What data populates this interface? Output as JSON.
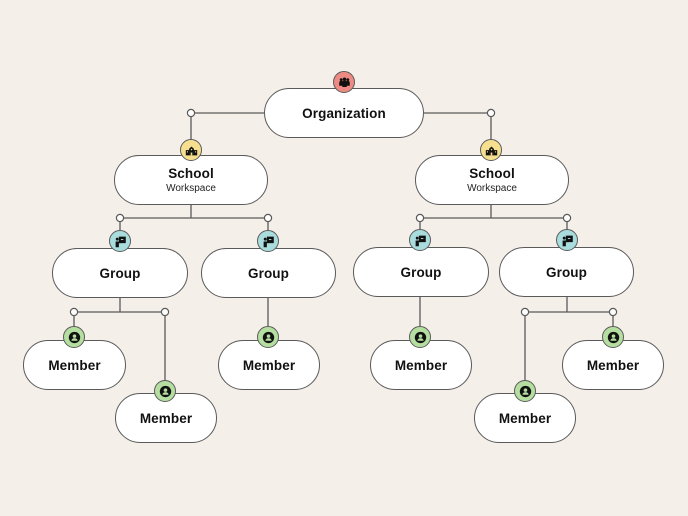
{
  "diagram": {
    "type": "hierarchy",
    "colors": {
      "background": "#F4EFE9",
      "node_fill": "#FFFFFF",
      "stroke": "#5A5A5A",
      "organization_badge": "#EE8A84",
      "school_badge": "#F6E08F",
      "group_badge": "#A9DCDC",
      "member_badge": "#B5DFA0"
    },
    "nodes": [
      {
        "id": "org",
        "title": "Organization",
        "subtitle": "",
        "icon": "people-group-icon",
        "kind": "organization"
      },
      {
        "id": "school-left",
        "title": "School",
        "subtitle": "Workspace",
        "icon": "school-building-icon",
        "kind": "school",
        "parent": "org"
      },
      {
        "id": "school-right",
        "title": "School",
        "subtitle": "Workspace",
        "icon": "school-building-icon",
        "kind": "school",
        "parent": "org"
      },
      {
        "id": "group-ll",
        "title": "Group",
        "subtitle": "",
        "icon": "teacher-board-icon",
        "kind": "group",
        "parent": "school-left"
      },
      {
        "id": "group-lr",
        "title": "Group",
        "subtitle": "",
        "icon": "teacher-board-icon",
        "kind": "group",
        "parent": "school-left"
      },
      {
        "id": "group-rl",
        "title": "Group",
        "subtitle": "",
        "icon": "teacher-board-icon",
        "kind": "group",
        "parent": "school-right"
      },
      {
        "id": "group-rr",
        "title": "Group",
        "subtitle": "",
        "icon": "teacher-board-icon",
        "kind": "group",
        "parent": "school-right"
      },
      {
        "id": "member-ll-1",
        "title": "Member",
        "subtitle": "",
        "icon": "user-icon",
        "kind": "member",
        "parent": "group-ll"
      },
      {
        "id": "member-ll-2",
        "title": "Member",
        "subtitle": "",
        "icon": "user-icon",
        "kind": "member",
        "parent": "group-ll"
      },
      {
        "id": "member-lr-1",
        "title": "Member",
        "subtitle": "",
        "icon": "user-icon",
        "kind": "member",
        "parent": "group-lr"
      },
      {
        "id": "member-rl-1",
        "title": "Member",
        "subtitle": "",
        "icon": "user-icon",
        "kind": "member",
        "parent": "group-rl"
      },
      {
        "id": "member-rr-1",
        "title": "Member",
        "subtitle": "",
        "icon": "user-icon",
        "kind": "member",
        "parent": "group-rr"
      },
      {
        "id": "member-rr-2",
        "title": "Member",
        "subtitle": "",
        "icon": "user-icon",
        "kind": "member",
        "parent": "group-rr"
      }
    ]
  }
}
